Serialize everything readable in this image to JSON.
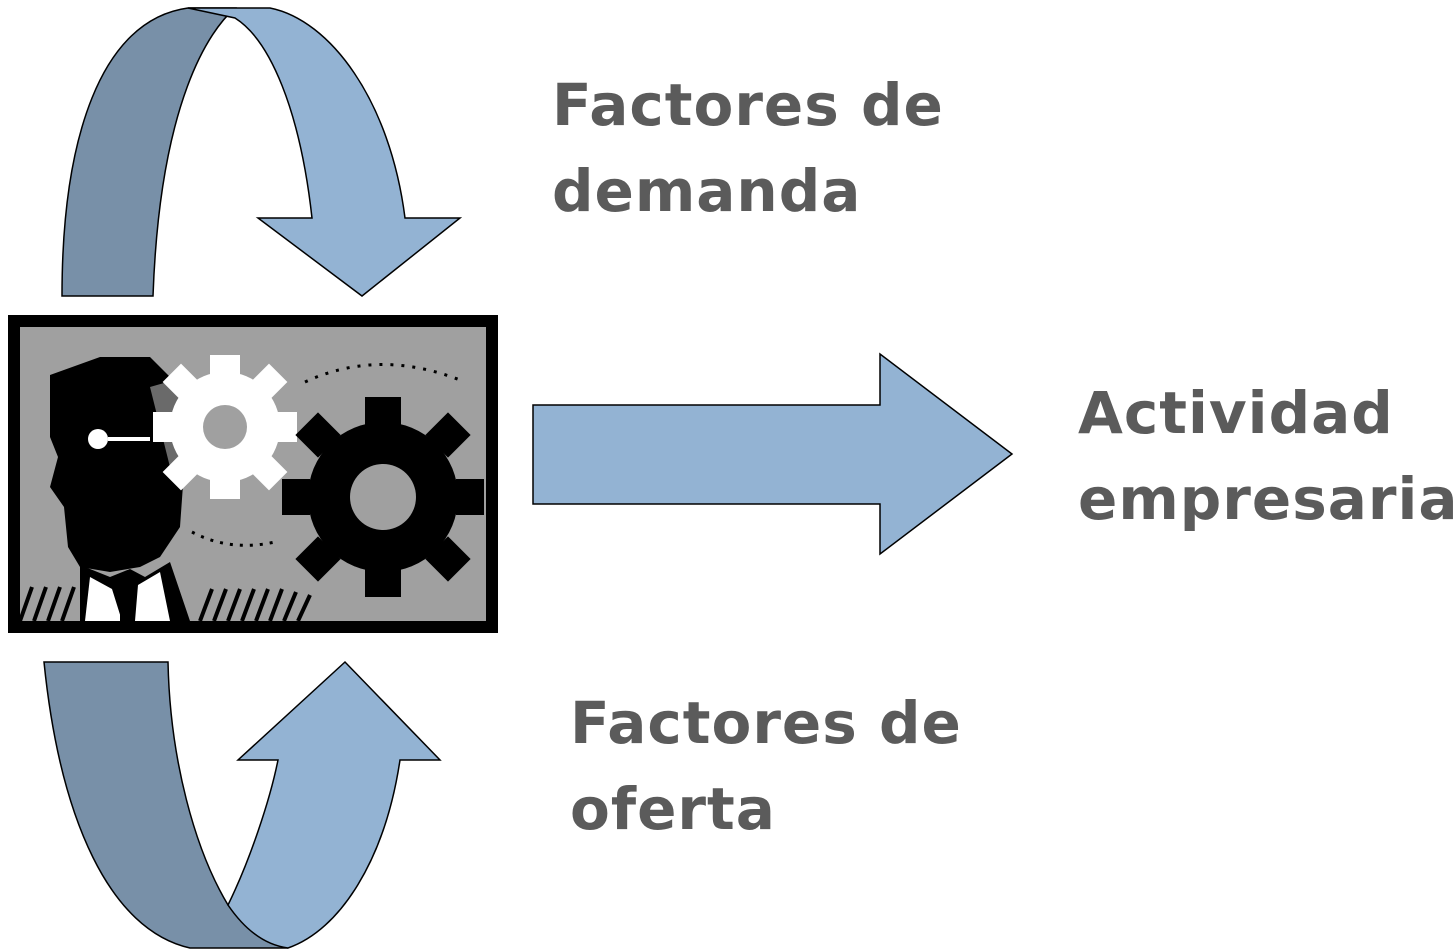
{
  "diagram": {
    "demand_label": {
      "line1": "Factores de",
      "line2": "demanda"
    },
    "supply_label": {
      "line1": "Factores de",
      "line2": "oferta"
    },
    "activity_label": {
      "line1": "Actividad",
      "line2": "empresarial"
    },
    "colors": {
      "arrow_light": "#93b3d3",
      "arrow_dark": "#7890a8",
      "label_text": "#5b5b5b",
      "clipart_bg": "#a0a0a0"
    },
    "icons": [
      "curved-arrow-down-icon",
      "curved-arrow-up-icon",
      "right-arrow-icon",
      "businessman-gears-clipart"
    ]
  }
}
